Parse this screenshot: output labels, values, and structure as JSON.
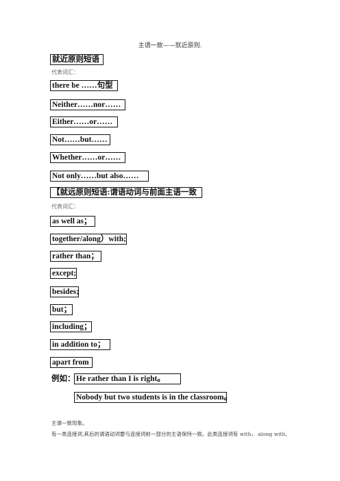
{
  "document": {
    "title": "主谓一致——就近原则.",
    "section1": {
      "heading": "就近原则短语",
      "vocab_label": "代表词汇：",
      "items": [
        "there be ……句型",
        "Neither……nor……",
        "Either……or……",
        "Not……but……",
        "Whether……or……",
        "Not  only……but  also……"
      ]
    },
    "section2": {
      "heading": "【就远原则短语:谓语动词与前面主语一致",
      "vocab_label": "代表词汇：",
      "items": [
        "as  well  as；",
        "together/along）with;",
        "rather  than；",
        "except;",
        "besides;",
        "but；",
        "including；",
        "in  addition  to；",
        "apart  from"
      ]
    },
    "examples": {
      "lead": "例如：",
      "sentences": [
        "He  rather  than  I  is  right。",
        "Nobody but two students is in the classroom。"
      ]
    },
    "footer": {
      "line1": "主谓一致现象。",
      "line2": "有一类连接词,其后的谓语动词要与连接词前一部分的主语保持一致。此类连接词有   with，  along  with,"
    }
  }
}
